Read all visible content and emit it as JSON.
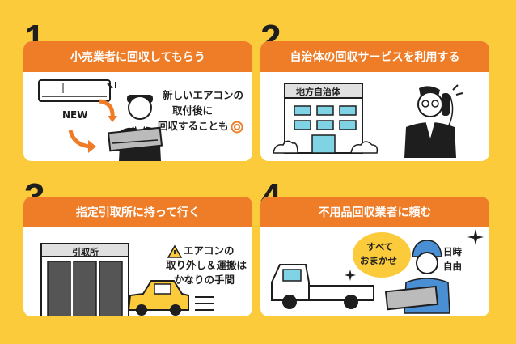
{
  "steps": [
    {
      "number": "1",
      "title": "小売業者に回収してもらう",
      "new_label": "NEW",
      "shop_label": "SHOP",
      "note_lines": [
        "新しいエアコンの",
        "取付後に",
        "回収することも"
      ]
    },
    {
      "number": "2",
      "title": "自治体の回収サービスを利用する",
      "building_label": "地方自治体"
    },
    {
      "number": "3",
      "title": "指定引取所に持って行く",
      "station_label": "引取所",
      "note_lines": [
        "エアコンの",
        "取り外し＆運搬は",
        "かなりの手間"
      ]
    },
    {
      "number": "4",
      "title": "不用品回収業者に頼む",
      "bubble_left": [
        "すべて",
        "おまかせ"
      ],
      "bubble_right": [
        "日時",
        "自由"
      ]
    }
  ],
  "colors": {
    "background": "#FBCB3C",
    "header": "#EF7C27",
    "text": "#1E1E1E"
  }
}
